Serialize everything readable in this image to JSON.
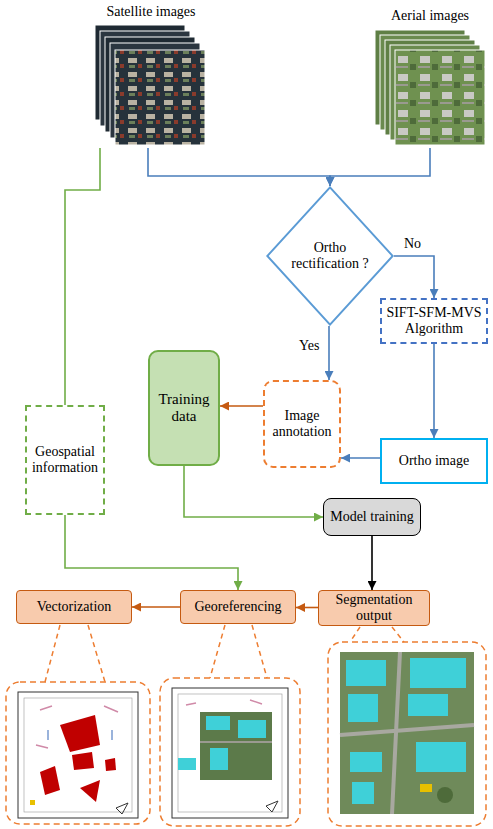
{
  "diagram": {
    "nodes": [
      {
        "text": [
          "Satellite images"
        ]
      },
      {
        "text": [
          "Aerial images"
        ]
      },
      {
        "text": [
          "Ortho rectification ?"
        ]
      },
      {
        "text": [
          "SIFT-SFM-MVS Algorithm"
        ]
      },
      {
        "text": [
          "Geospatial information"
        ]
      },
      {
        "text": [
          "Training data"
        ]
      },
      {
        "text": [
          "Image annotation"
        ]
      },
      {
        "text": [
          "Ortho image"
        ]
      },
      {
        "text": [
          "Model training"
        ]
      },
      {
        "text": [
          "Vectorization"
        ]
      },
      {
        "text": [
          "Georeferencing"
        ]
      },
      {
        "text": [
          "Segmentation output"
        ]
      }
    ],
    "edges": [
      {
        "from": 0,
        "to": 2,
        "arrow": "to"
      },
      {
        "from": 1,
        "to": 2,
        "arrow": "to"
      },
      {
        "from": 0,
        "to": 4,
        "arrow": "none"
      },
      {
        "from": 2,
        "to": 3,
        "label": "No",
        "arrow": "to"
      },
      {
        "from": 2,
        "to": 6,
        "label": "Yes",
        "arrow": "to"
      },
      {
        "from": 3,
        "to": 7,
        "arrow": "to"
      },
      {
        "from": 7,
        "to": 6,
        "arrow": "to"
      },
      {
        "from": 6,
        "to": 5,
        "arrow": "to"
      },
      {
        "from": 5,
        "to": 8,
        "arrow": "to"
      },
      {
        "from": 4,
        "to": 10,
        "arrow": "to"
      },
      {
        "from": 8,
        "to": 11,
        "arrow": "to"
      },
      {
        "from": 11,
        "to": 10,
        "arrow": "to"
      },
      {
        "from": 10,
        "to": 9,
        "arrow": "to"
      }
    ]
  }
}
